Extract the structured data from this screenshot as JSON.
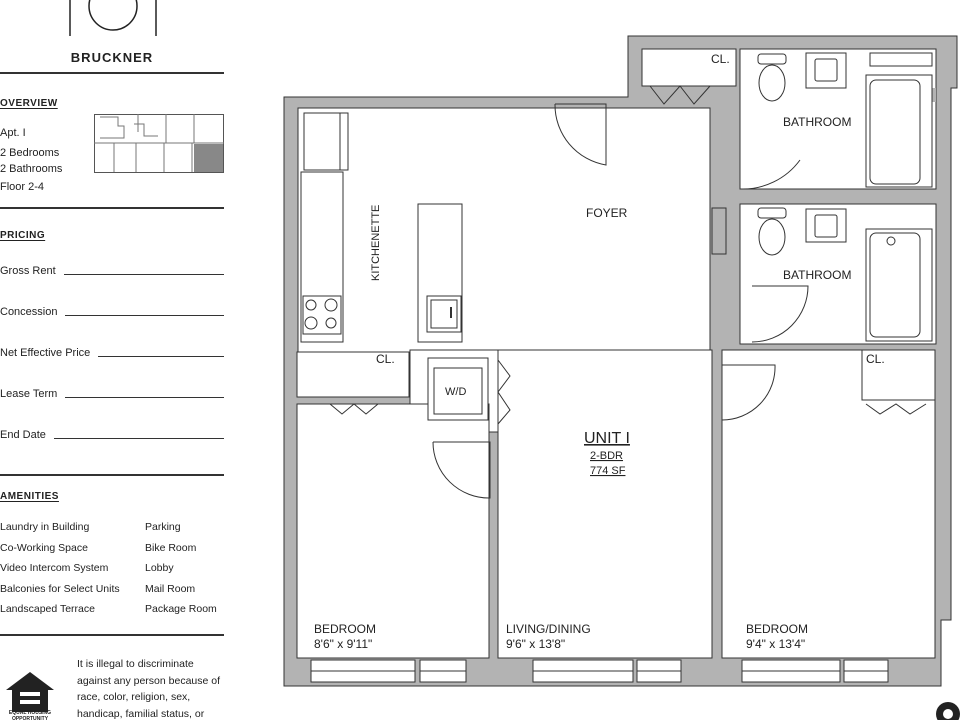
{
  "brand": "BRUCKNER",
  "overview": {
    "heading": "OVERVIEW",
    "apt": "Apt. I",
    "bedrooms": "2 Bedrooms",
    "bathrooms": "2 Bathrooms",
    "floor": "Floor 2-4"
  },
  "pricing": {
    "heading": "PRICING",
    "rows": [
      "Gross Rent",
      "Concession",
      "Net Effective Price",
      "Lease Term",
      "End Date"
    ]
  },
  "amenities": {
    "heading": "AMENITIES",
    "left": [
      "Laundry in Building",
      "Co-Working Space",
      "Video Intercom System",
      "Balconies for Select Units",
      "Landscaped Terrace"
    ],
    "right": [
      "Parking",
      "Bike Room",
      "Lobby",
      "Mail Room",
      "Package Room"
    ]
  },
  "legal": {
    "text": "It is illegal to discriminate against any person because of race, color, religion, sex, handicap, familial status, or",
    "logo_text": "EQUAL HOUSING OPPORTUNITY"
  },
  "plan": {
    "labels": {
      "closet_top": "CL.",
      "bathroom_1": "BATHROOM",
      "bathroom_2": "BATHROOM",
      "foyer": "FOYER",
      "kitchenette": "KITCHENETTE",
      "closet_left": "CL.",
      "closet_right": "CL.",
      "wd": "W/D",
      "unit_name": "UNIT I",
      "unit_type": "2-BDR",
      "unit_size": "774 SF",
      "bedroom_left": "BEDROOM",
      "bedroom_left_dim": "8'6\" x 9'11\"",
      "living": "LIVING/DINING",
      "living_dim": "9'6\" x 13'8\"",
      "bedroom_right": "BEDROOM",
      "bedroom_right_dim": "9'4\" x 13'4\""
    },
    "wall_color": "#b3b3b3",
    "line_color": "#333333"
  }
}
